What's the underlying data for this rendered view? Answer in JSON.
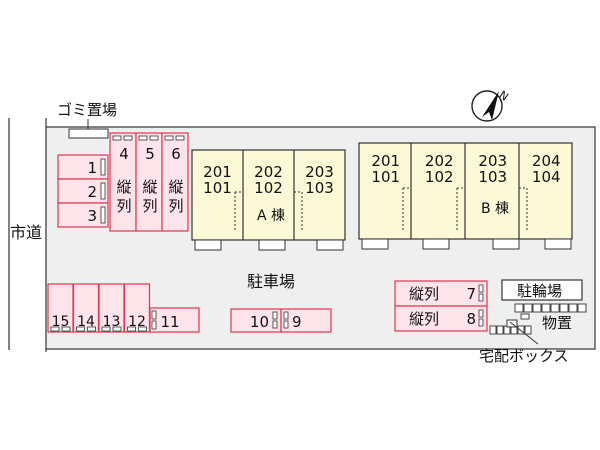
{
  "labels": {
    "road": "市道",
    "garbage": "ゴミ置場",
    "parking": "駐車場",
    "bicycle": "駐輪場",
    "storage": "物置",
    "delivery_box": "宅配ボックス",
    "building_a": "A 棟",
    "building_b": "B 棟",
    "compass": "N"
  },
  "building_a_units": [
    {
      "upper": "201",
      "lower": "101"
    },
    {
      "upper": "202",
      "lower": "102"
    },
    {
      "upper": "203",
      "lower": "103"
    }
  ],
  "building_b_units": [
    {
      "upper": "201",
      "lower": "101"
    },
    {
      "upper": "202",
      "lower": "102"
    },
    {
      "upper": "203",
      "lower": "103"
    },
    {
      "upper": "204",
      "lower": "104"
    }
  ],
  "parking_left_stack": [
    "1",
    "2",
    "3"
  ],
  "parking_tandem": [
    {
      "num": "4",
      "text": "縦列"
    },
    {
      "num": "5",
      "text": "縦列"
    },
    {
      "num": "6",
      "text": "縦列"
    }
  ],
  "parking_bottom_left": [
    "15",
    "14",
    "13",
    "12",
    "11"
  ],
  "parking_bottom_mid": [
    "10",
    "9"
  ],
  "parking_right": [
    {
      "text": "縦列",
      "num": "7"
    },
    {
      "text": "縦列",
      "num": "8"
    }
  ],
  "colors": {
    "parking_fill": "#fde3ea",
    "parking_stroke": "#e0364f",
    "building_fill": "#fbf9d6",
    "lot_fill": "#efefef",
    "line": "#333333"
  }
}
